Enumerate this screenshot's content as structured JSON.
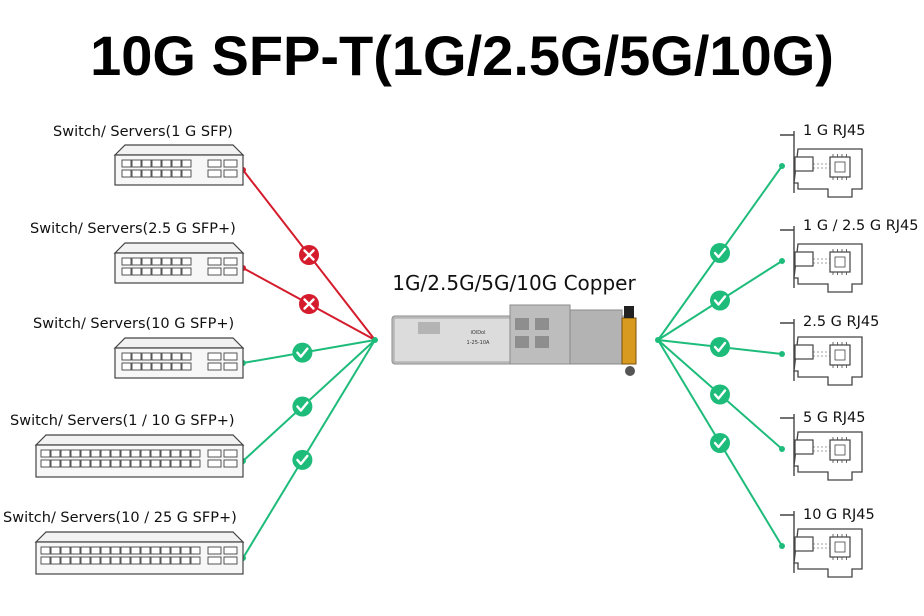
{
  "title": "10G SFP-T(1G/2.5G/5G/10G)",
  "module_label": "1G/2.5G/5G/10G Copper",
  "module_brand": "iOlDol",
  "module_model": "1-25-10A",
  "colors": {
    "fail": "#d41c2c",
    "ok": "#1ebc7a",
    "device": "#444444"
  },
  "switches": [
    {
      "label": "Switch/ Servers(1 G  SFP)",
      "compatible": false
    },
    {
      "label": "Switch/ Servers(2.5 G  SFP+)",
      "compatible": false
    },
    {
      "label": "Switch/ Servers(10 G  SFP+)",
      "compatible": true
    },
    {
      "label": "Switch/ Servers(1 / 10 G  SFP+)",
      "compatible": true
    },
    {
      "label": "Switch/ Servers(10 / 25 G  SFP+)",
      "compatible": true
    }
  ],
  "nics": [
    {
      "label": "1 G RJ45",
      "compatible": true
    },
    {
      "label": "1 G / 2.5 G RJ45",
      "compatible": true
    },
    {
      "label": "2.5 G RJ45",
      "compatible": true
    },
    {
      "label": "5 G RJ45",
      "compatible": true
    },
    {
      "label": "10 G RJ45",
      "compatible": true
    }
  ]
}
